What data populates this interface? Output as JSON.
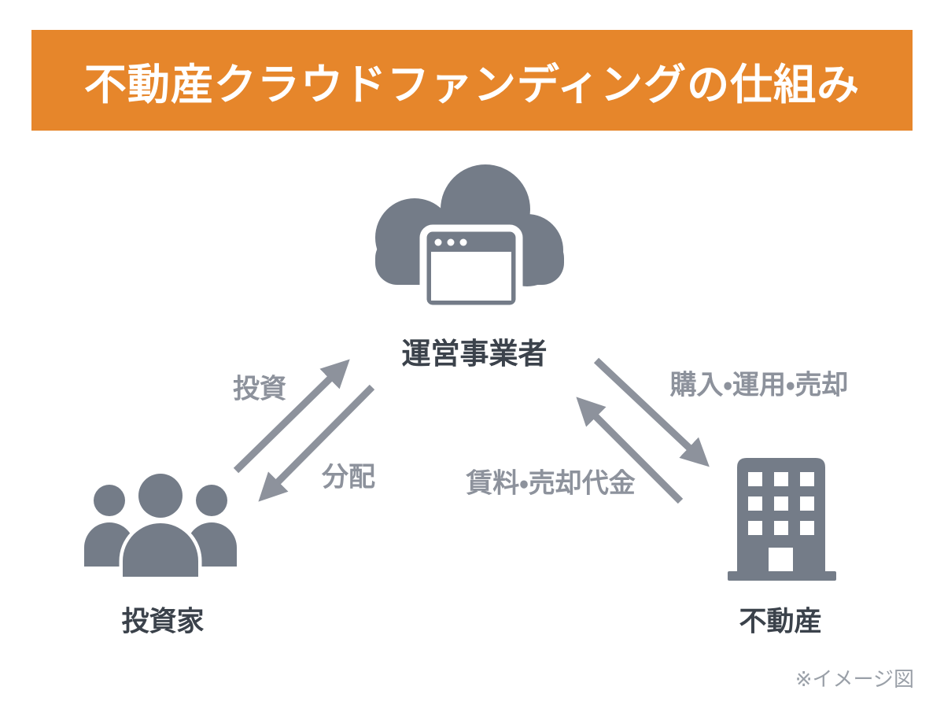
{
  "title": "不動産クラウドファンディングの仕組み",
  "note": "※イメージ図",
  "nodes": {
    "operator": {
      "label": "運営事業者",
      "icon": "cloud-browser-icon"
    },
    "investors": {
      "label": "投資家",
      "icon": "people-group-icon"
    },
    "property": {
      "label": "不動産",
      "icon": "building-icon"
    }
  },
  "arrows": {
    "invest": {
      "label": "投資",
      "from": "investors",
      "to": "operator"
    },
    "distribute": {
      "label": "分配",
      "from": "operator",
      "to": "investors"
    },
    "purchase": {
      "label": "購入・運用・売却",
      "from": "operator",
      "to": "property"
    },
    "rent": {
      "label": "賃料・売却代金",
      "from": "property",
      "to": "operator"
    }
  },
  "colors": {
    "banner_orange": "#E6862B",
    "icon_gray": "#747C88",
    "arrow_gray": "#8D929C",
    "label_dark": "#3B424B",
    "note_gray": "#9AA0A8",
    "background": "#FFFFFF"
  }
}
